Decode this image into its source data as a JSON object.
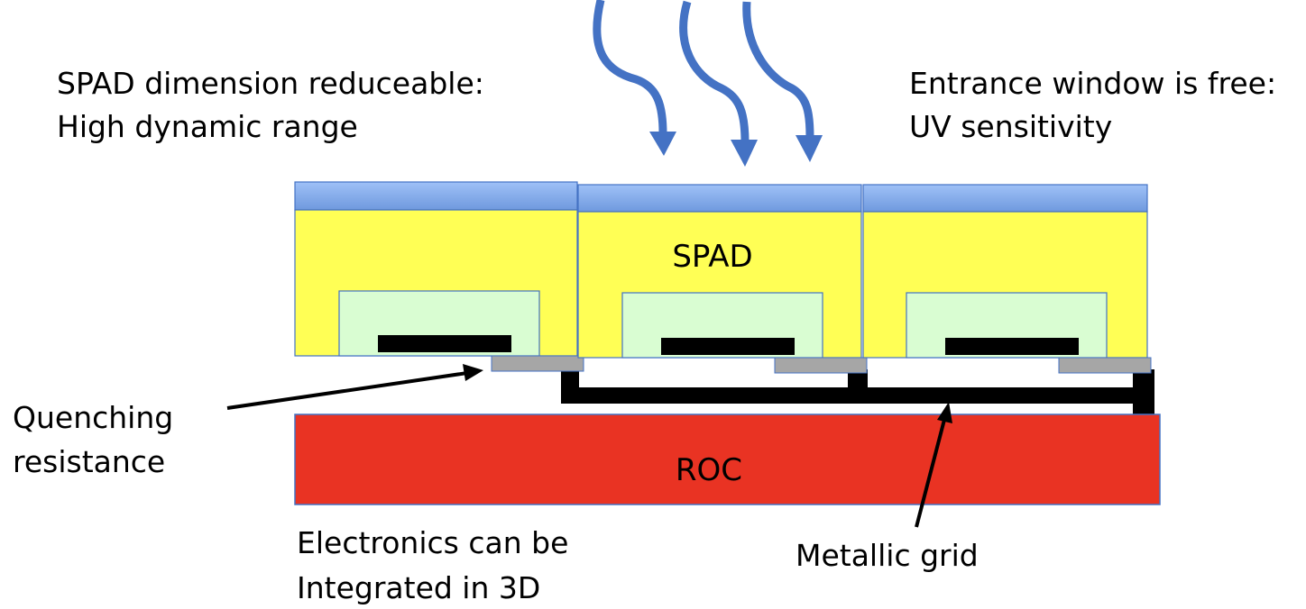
{
  "annotations": {
    "spad_dimension": {
      "line1": "SPAD dimension reduceable:",
      "line2": "High dynamic range"
    },
    "entrance_window": {
      "line1": "Entrance window is free:",
      "line2": "UV sensitivity"
    },
    "quenching": {
      "line1": "Quenching",
      "line2": "resistance"
    },
    "electronics": {
      "line1": "Electronics can be",
      "line2": "Integrated in 3D"
    },
    "metallic_grid": "Metallic grid"
  },
  "blocks": {
    "spad_label": "SPAD",
    "roc_label": "ROC"
  },
  "colors": {
    "window_top": "#9fc1f7",
    "window_bottom": "#6f99de",
    "window_stroke": "#4472c4",
    "spad_fill": "#ffff55",
    "spad_stroke": "#4472c4",
    "quench_region": "#d9fdd2",
    "contact": "#000000",
    "resistor": "#a6a6a6",
    "grid": "#000000",
    "roc_fill": "#e93323",
    "roc_stroke": "#4472c4",
    "photon_arrows": "#4472c4"
  },
  "icons": {
    "photons": "photon-wave-arrow-icon",
    "pointer": "pointer-arrow-icon"
  }
}
